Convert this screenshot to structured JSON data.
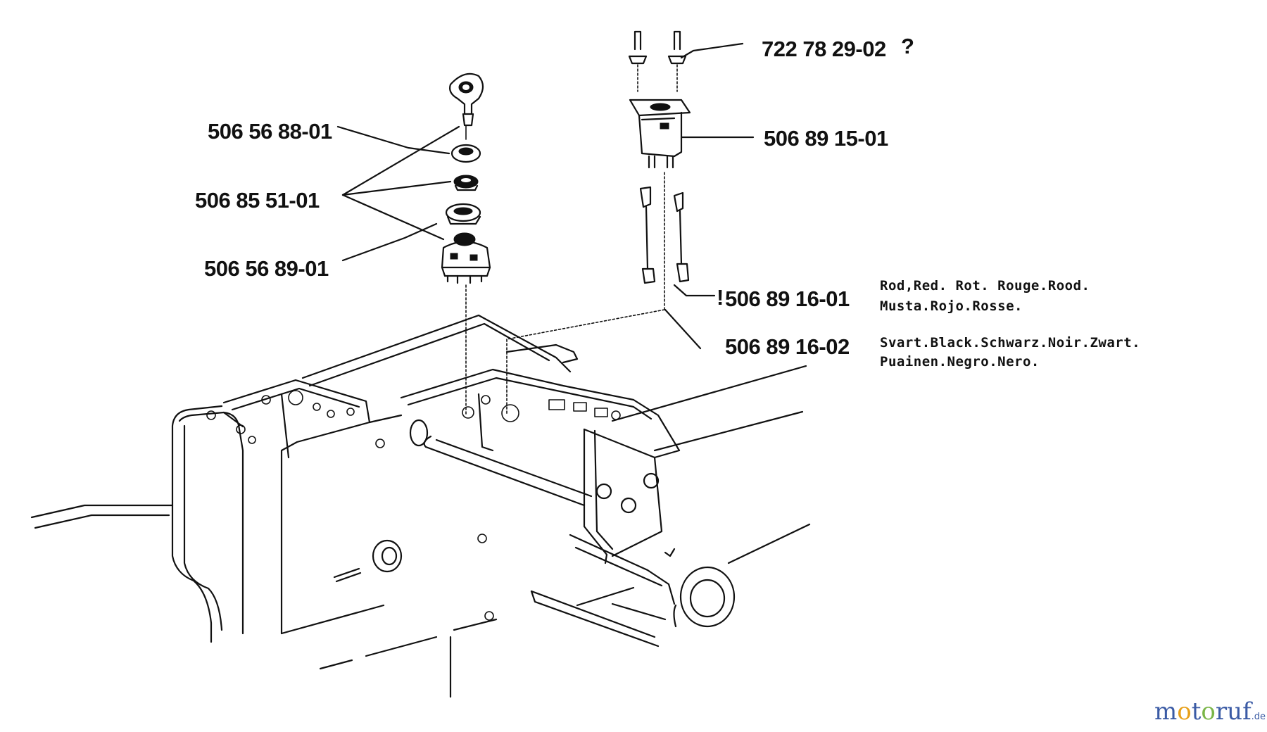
{
  "parts": {
    "p1": "722 78 29-02",
    "p1_mark": "?",
    "p2": "506 89 15-01",
    "p3": "506 56 88-01",
    "p4": "506 85 51-01",
    "p5": "506 56 89-01",
    "p6": "506 89 16-01",
    "p6_prefix": "!",
    "p7": "506 89 16-02"
  },
  "notes": {
    "red_line1": "Rod,Red. Rot. Rouge.Rood.",
    "red_line2": "Musta.Rojo.Rosse.",
    "black_line1": "Svart.Black.Schwarz.Noir.Zwart.",
    "black_line2": "Puainen.Negro.Nero."
  },
  "watermark": {
    "letters": [
      "m",
      "o",
      "t",
      "o",
      "r",
      "u",
      "f"
    ],
    "colors": [
      "#3b5ba5",
      "#e8a019",
      "#3b5ba5",
      "#7ab648",
      "#3b5ba5",
      "#3b5ba5",
      "#3b5ba5"
    ],
    "suffix": ".de"
  }
}
